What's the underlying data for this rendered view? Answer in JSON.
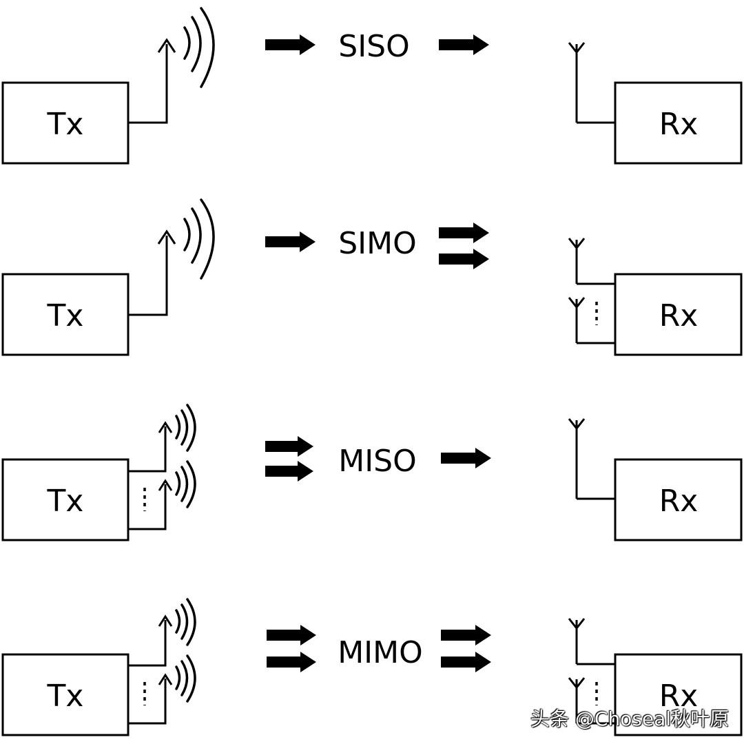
{
  "rows": [
    {
      "mode": "SISO",
      "tx_label": "Tx",
      "rx_label": "Rx"
    },
    {
      "mode": "SIMO",
      "tx_label": "Tx",
      "rx_label": "Rx"
    },
    {
      "mode": "MISO",
      "tx_label": "Tx",
      "rx_label": "Rx"
    },
    {
      "mode": "MIMO",
      "tx_label": "Tx",
      "rx_label": "Rx"
    }
  ],
  "watermark": "头条 @Choseal秋叶原"
}
